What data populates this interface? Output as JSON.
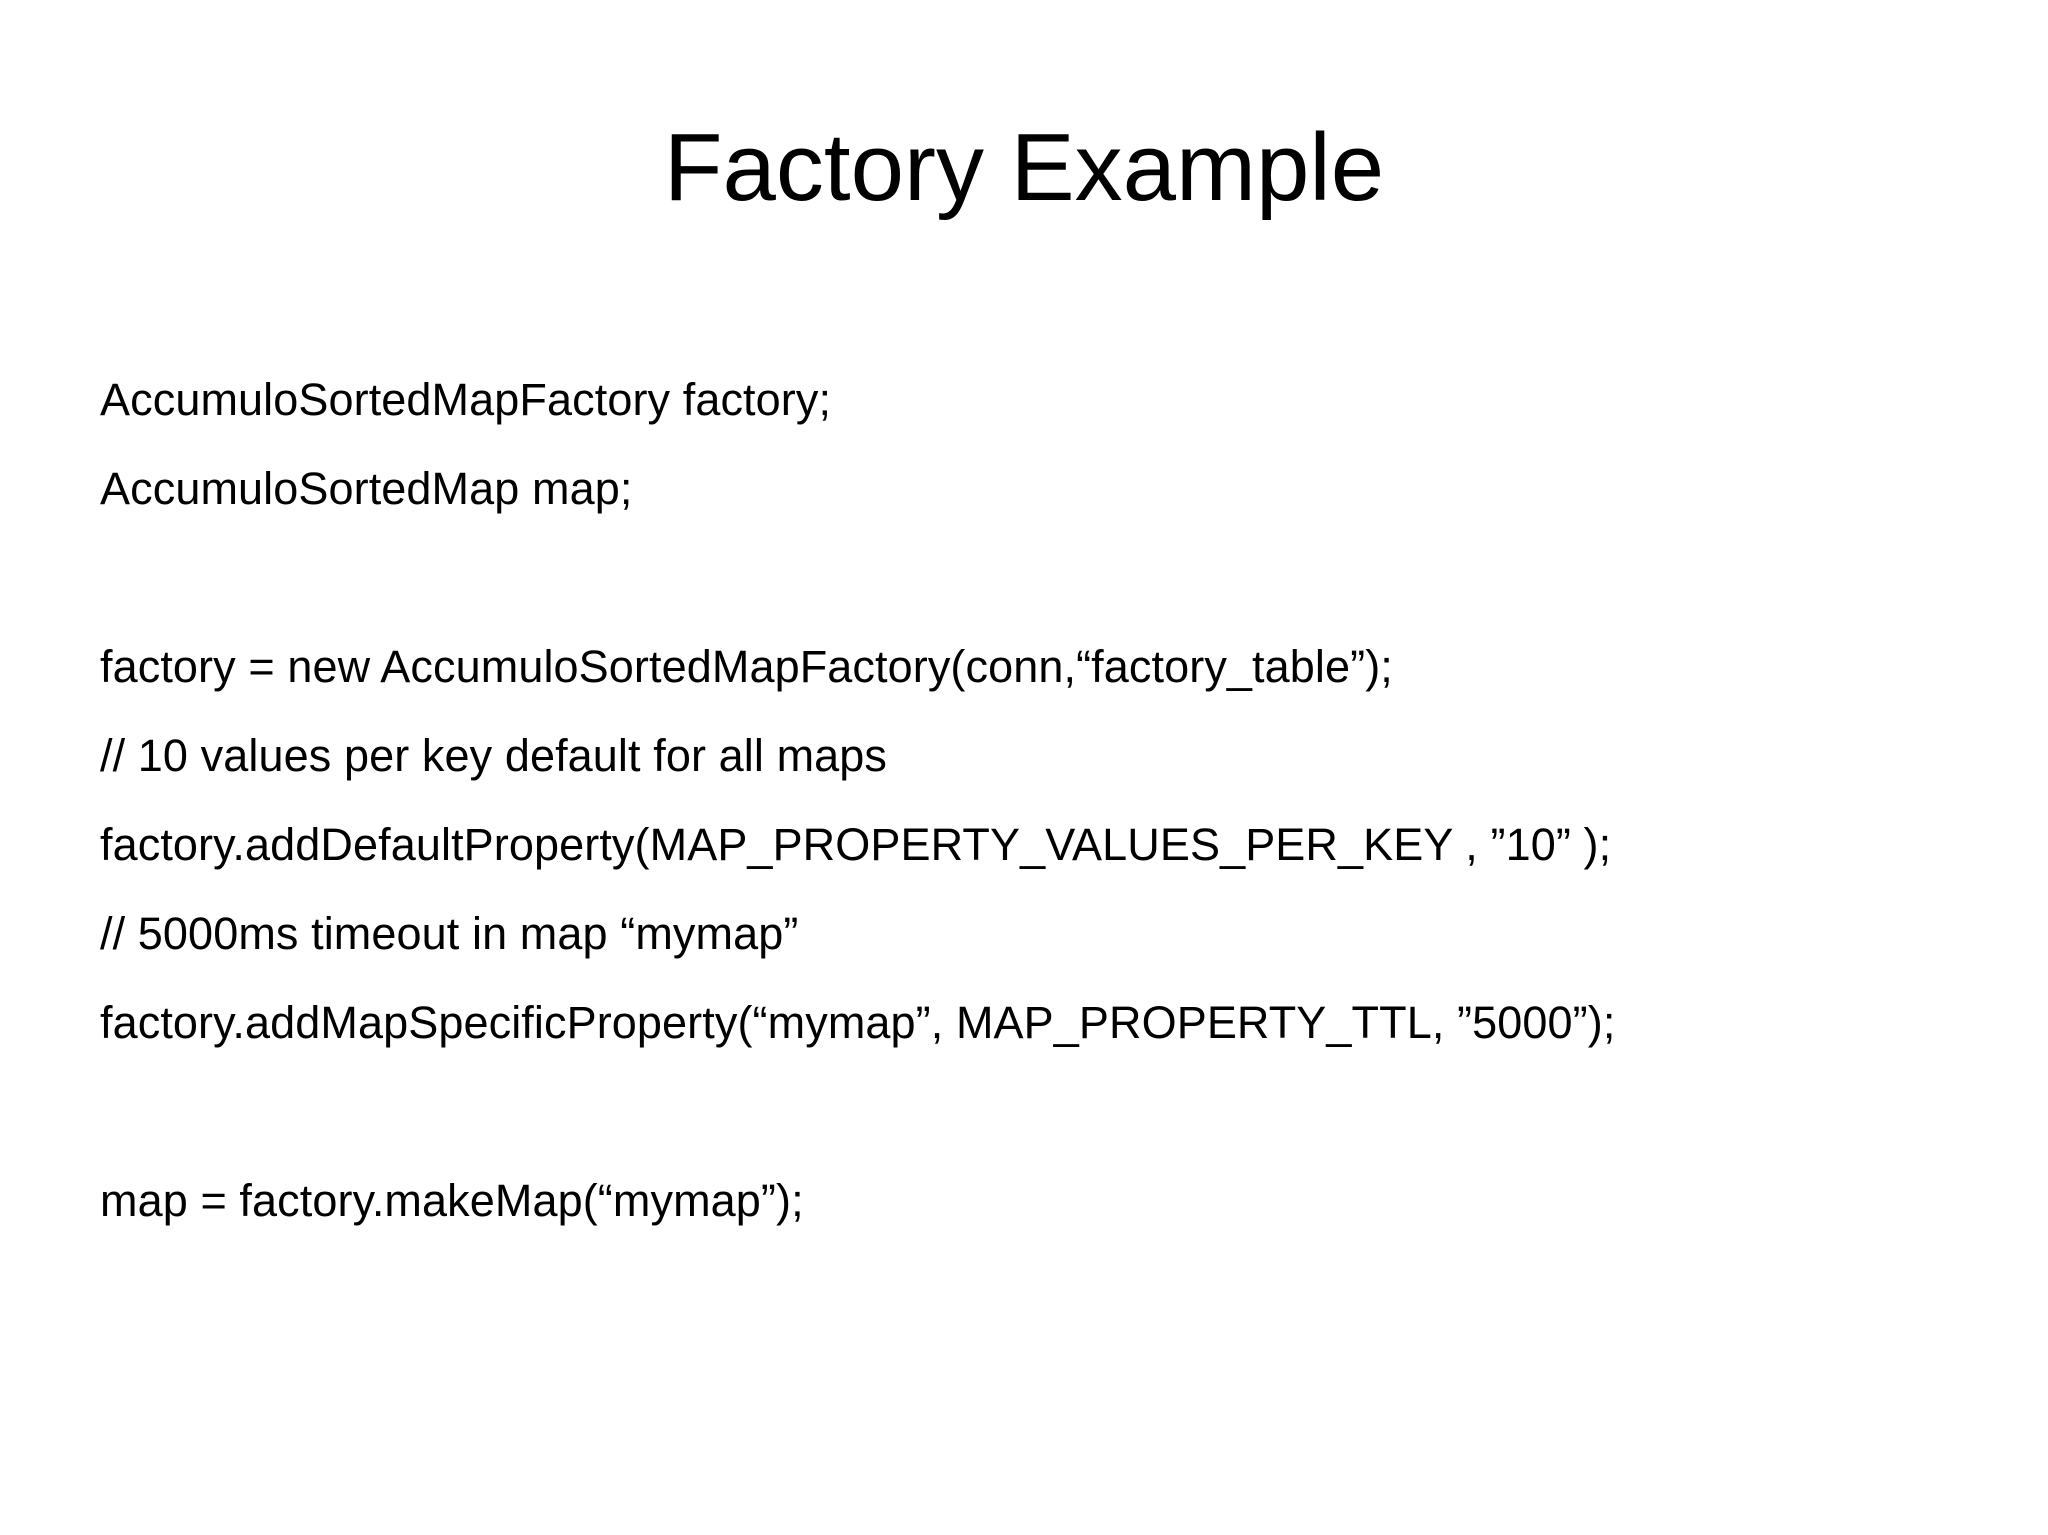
{
  "slide": {
    "title": "Factory Example",
    "background_color": "#ffffff",
    "text_color": "#000000",
    "body_lines": [
      {
        "id": "line-declaration-factory",
        "text": "AccumuloSortedMapFactory factory;",
        "blank": false
      },
      {
        "id": "line-declaration-map",
        "text": "AccumuloSortedMap map;",
        "blank": false
      },
      {
        "id": "line-spacer-1",
        "text": " ",
        "blank": true
      },
      {
        "id": "line-factory-new",
        "text": "factory = new AccumuloSortedMapFactory(conn,“factory_table”);",
        "blank": false
      },
      {
        "id": "line-comment-values-per-key",
        "text": "// 10 values per key default for all maps",
        "blank": false
      },
      {
        "id": "line-add-default-property",
        "text": "factory.addDefaultProperty(MAP_PROPERTY_VALUES_PER_KEY , ”10” );",
        "blank": false
      },
      {
        "id": "line-comment-timeout",
        "text": "// 5000ms timeout in map “mymap”",
        "blank": false
      },
      {
        "id": "line-add-map-specific-property",
        "text": "factory.addMapSpecificProperty(“mymap”, MAP_PROPERTY_TTL, ”5000”);",
        "blank": false
      },
      {
        "id": "line-spacer-2",
        "text": " ",
        "blank": true
      },
      {
        "id": "line-make-map",
        "text": "map = factory.makeMap(“mymap”);",
        "blank": false
      }
    ]
  }
}
